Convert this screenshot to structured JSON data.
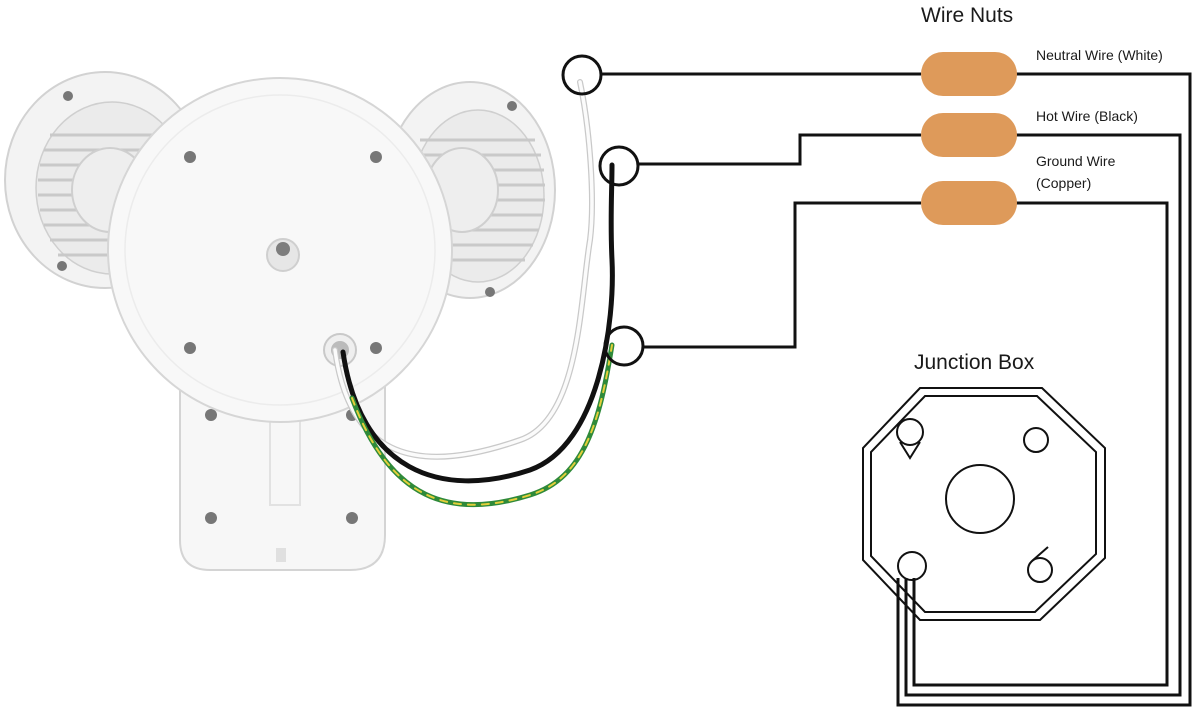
{
  "labels": {
    "wire_nuts": "Wire Nuts",
    "junction_box": "Junction Box",
    "neutral": "Neutral Wire (White)",
    "hot": "Hot Wire (Black)",
    "ground_line1": "Ground Wire",
    "ground_line2": "(Copper)"
  },
  "colors": {
    "wire_nut": "#de9a5a",
    "wire_line": "#111111",
    "fixture": "#f6f6f6",
    "fixture_outline": "#d6d6d6",
    "ground_wire_green": "#2f8a3a",
    "ground_wire_yellow": "#e3cf3a"
  }
}
